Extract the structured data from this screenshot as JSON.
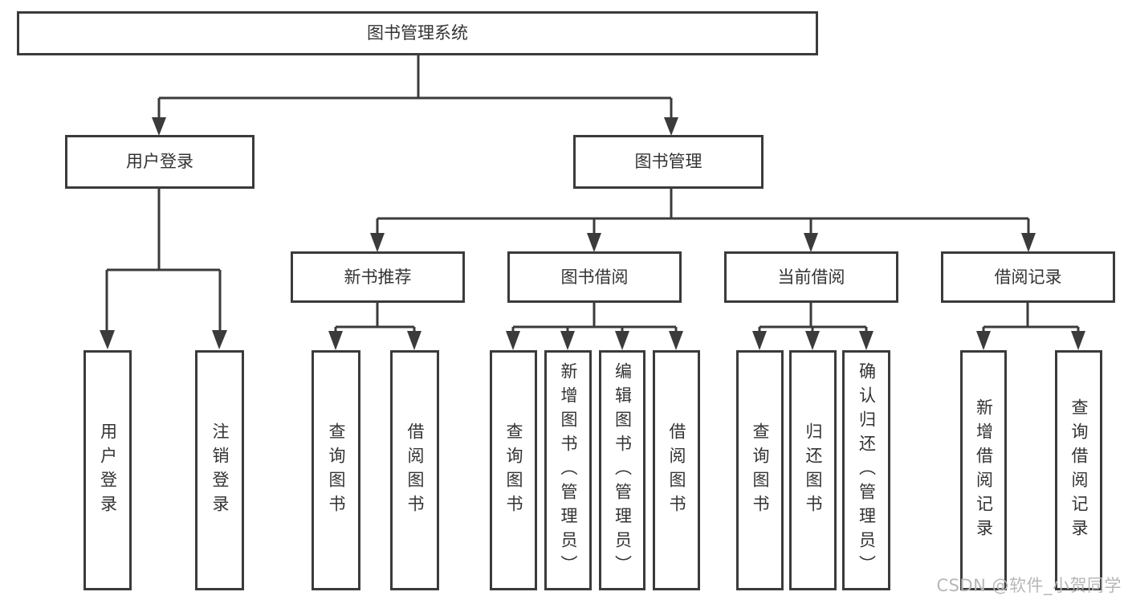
{
  "colors": {
    "line": "#3b3b3b",
    "text": "#333333",
    "background": "#ffffff",
    "watermark": "#b7b7b7"
  },
  "watermark": {
    "text": "CSDN @软件_小贺同学"
  },
  "tree": {
    "label": "图书管理系统",
    "children": [
      {
        "label": "用户登录",
        "children": [
          {
            "label": "用户登录"
          },
          {
            "label": "注销登录"
          }
        ]
      },
      {
        "label": "图书管理",
        "children": [
          {
            "label": "新书推荐",
            "children": [
              {
                "label": "查询图书"
              },
              {
                "label": "借阅图书"
              }
            ]
          },
          {
            "label": "图书借阅",
            "children": [
              {
                "label": "查询图书"
              },
              {
                "label": "新增图书（管理员）"
              },
              {
                "label": "编辑图书（管理员）"
              },
              {
                "label": "借阅图书"
              }
            ]
          },
          {
            "label": "当前借阅",
            "children": [
              {
                "label": "查询图书"
              },
              {
                "label": "归还图书"
              },
              {
                "label": "确认归还（管理员）"
              }
            ]
          },
          {
            "label": "借阅记录",
            "children": [
              {
                "label": "新增借阅记录"
              },
              {
                "label": "查询借阅记录"
              }
            ]
          }
        ]
      }
    ]
  }
}
